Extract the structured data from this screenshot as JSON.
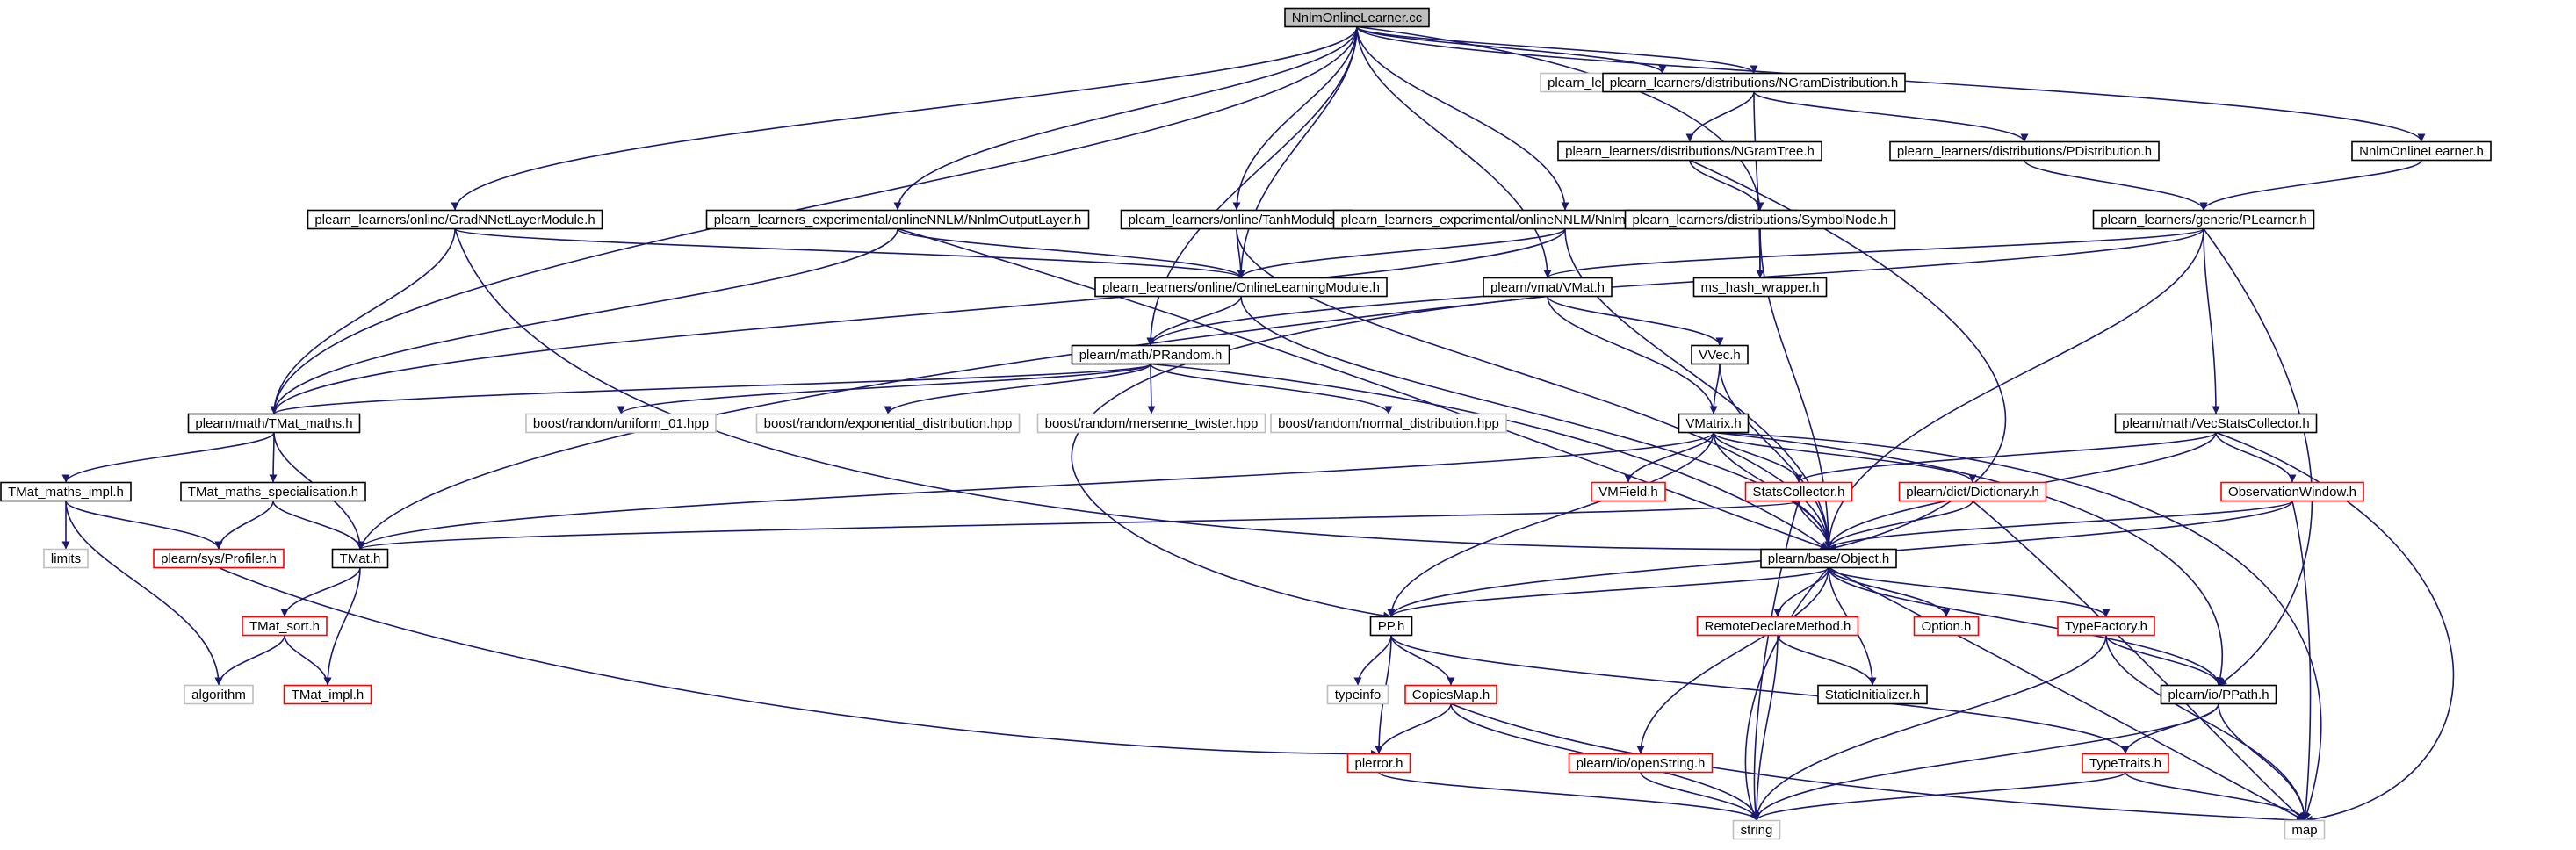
{
  "diagram": {
    "colors": {
      "edge": "#191970",
      "node_border": "#000000",
      "root_fill": "#bfbfbf",
      "truncated_border": "#ff0000",
      "external_border": "#bfbfbf",
      "node_fill": "#ffffff"
    },
    "nodes": [
      {
        "id": "root",
        "label": "NnlmOnlineLearner.cc",
        "kind": "root"
      },
      {
        "id": "nllerr",
        "label": "plearn_learners/online/NLLErrModule.h",
        "kind": "external"
      },
      {
        "id": "ngramdist",
        "label": "plearn_learners/distributions/NGramDistribution.h",
        "kind": "normal"
      },
      {
        "id": "nnlmlearner",
        "label": "NnlmOnlineLearner.h",
        "kind": "normal"
      },
      {
        "id": "ngramtree",
        "label": "plearn_learners/distributions/NGramTree.h",
        "kind": "normal"
      },
      {
        "id": "pdist",
        "label": "plearn_learners/distributions/PDistribution.h",
        "kind": "normal"
      },
      {
        "id": "gradnnet",
        "label": "plearn_learners/online/GradNNetLayerModule.h",
        "kind": "normal"
      },
      {
        "id": "nnlmoutput",
        "label": "plearn_learners_experimental/onlineNNLM/NnlmOutputLayer.h",
        "kind": "normal"
      },
      {
        "id": "tanh",
        "label": "plearn_learners/online/TanhModule.h",
        "kind": "normal"
      },
      {
        "id": "nnlmword",
        "label": "plearn_learners_experimental/onlineNNLM/NnlmWordRepresentationLayer.h",
        "kind": "normal"
      },
      {
        "id": "symbolnode",
        "label": "plearn_learners/distributions/SymbolNode.h",
        "kind": "normal"
      },
      {
        "id": "plearner",
        "label": "plearn_learners/generic/PLearner.h",
        "kind": "normal"
      },
      {
        "id": "onlinelearning",
        "label": "plearn_learners/online/OnlineLearningModule.h",
        "kind": "normal"
      },
      {
        "id": "vmat",
        "label": "plearn/vmat/VMat.h",
        "kind": "normal"
      },
      {
        "id": "mshash",
        "label": "ms_hash_wrapper.h",
        "kind": "normal"
      },
      {
        "id": "prandom",
        "label": "plearn/math/PRandom.h",
        "kind": "normal"
      },
      {
        "id": "vvec",
        "label": "VVec.h",
        "kind": "normal"
      },
      {
        "id": "tmatmaths",
        "label": "plearn/math/TMat_maths.h",
        "kind": "normal"
      },
      {
        "id": "uniform01",
        "label": "boost/random/uniform_01.hpp",
        "kind": "external"
      },
      {
        "id": "expdist",
        "label": "boost/random/exponential_distribution.hpp",
        "kind": "external"
      },
      {
        "id": "mersenne",
        "label": "boost/random/mersenne_twister.hpp",
        "kind": "external"
      },
      {
        "id": "normaldist",
        "label": "boost/random/normal_distribution.hpp",
        "kind": "external"
      },
      {
        "id": "vmatrix",
        "label": "VMatrix.h",
        "kind": "normal"
      },
      {
        "id": "vecstats",
        "label": "plearn/math/VecStatsCollector.h",
        "kind": "normal"
      },
      {
        "id": "tmatmathsimpl",
        "label": "TMat_maths_impl.h",
        "kind": "normal"
      },
      {
        "id": "tmatmathsspec",
        "label": "TMat_maths_specialisation.h",
        "kind": "normal"
      },
      {
        "id": "vmfield",
        "label": "VMField.h",
        "kind": "truncated"
      },
      {
        "id": "statscollector",
        "label": "StatsCollector.h",
        "kind": "truncated"
      },
      {
        "id": "dictionary",
        "label": "plearn/dict/Dictionary.h",
        "kind": "truncated"
      },
      {
        "id": "obswindow",
        "label": "ObservationWindow.h",
        "kind": "truncated"
      },
      {
        "id": "limits",
        "label": "limits",
        "kind": "external"
      },
      {
        "id": "profiler",
        "label": "plearn/sys/Profiler.h",
        "kind": "truncated"
      },
      {
        "id": "tmath",
        "label": "TMat.h",
        "kind": "normal"
      },
      {
        "id": "object",
        "label": "plearn/base/Object.h",
        "kind": "normal"
      },
      {
        "id": "tmatsort",
        "label": "TMat_sort.h",
        "kind": "truncated"
      },
      {
        "id": "pph",
        "label": "PP.h",
        "kind": "normal"
      },
      {
        "id": "remotedeclare",
        "label": "RemoteDeclareMethod.h",
        "kind": "truncated"
      },
      {
        "id": "option",
        "label": "Option.h",
        "kind": "truncated"
      },
      {
        "id": "typefactory",
        "label": "TypeFactory.h",
        "kind": "truncated"
      },
      {
        "id": "algorithm",
        "label": "algorithm",
        "kind": "external"
      },
      {
        "id": "tmatimpl",
        "label": "TMat_impl.h",
        "kind": "truncated"
      },
      {
        "id": "typeinfo",
        "label": "typeinfo",
        "kind": "external"
      },
      {
        "id": "copiesmap",
        "label": "CopiesMap.h",
        "kind": "truncated"
      },
      {
        "id": "staticinit",
        "label": "StaticInitializer.h",
        "kind": "normal"
      },
      {
        "id": "ppath",
        "label": "plearn/io/PPath.h",
        "kind": "normal"
      },
      {
        "id": "openstring",
        "label": "plearn/io/openString.h",
        "kind": "truncated"
      },
      {
        "id": "plerror",
        "label": "plerror.h",
        "kind": "truncated"
      },
      {
        "id": "typetraits",
        "label": "TypeTraits.h",
        "kind": "truncated"
      },
      {
        "id": "string",
        "label": "string",
        "kind": "external"
      },
      {
        "id": "map",
        "label": "map",
        "kind": "external"
      }
    ],
    "edges": [
      [
        "root",
        "nllerr"
      ],
      [
        "root",
        "ngramdist"
      ],
      [
        "root",
        "nnlmlearner"
      ],
      [
        "root",
        "gradnnet"
      ],
      [
        "root",
        "nnlmoutput"
      ],
      [
        "root",
        "tanh"
      ],
      [
        "root",
        "nnlmword"
      ],
      [
        "root",
        "symbolnode"
      ],
      [
        "root",
        "onlinelearning"
      ],
      [
        "root",
        "vmat"
      ],
      [
        "root",
        "prandom"
      ],
      [
        "root",
        "tmatmaths"
      ],
      [
        "ngramdist",
        "ngramtree"
      ],
      [
        "ngramdist",
        "pdist"
      ],
      [
        "ngramdist",
        "mshash"
      ],
      [
        "nnlmlearner",
        "plearner"
      ],
      [
        "ngramtree",
        "symbolnode"
      ],
      [
        "ngramtree",
        "object"
      ],
      [
        "pdist",
        "plearner"
      ],
      [
        "gradnnet",
        "onlinelearning"
      ],
      [
        "gradnnet",
        "tmatmaths"
      ],
      [
        "gradnnet",
        "object"
      ],
      [
        "nnlmoutput",
        "onlinelearning"
      ],
      [
        "nnlmoutput",
        "tmatmaths"
      ],
      [
        "nnlmoutput",
        "object"
      ],
      [
        "tanh",
        "onlinelearning"
      ],
      [
        "tanh",
        "object"
      ],
      [
        "nnlmword",
        "onlinelearning"
      ],
      [
        "nnlmword",
        "tmatmaths"
      ],
      [
        "nnlmword",
        "object"
      ],
      [
        "symbolnode",
        "mshash"
      ],
      [
        "symbolnode",
        "object"
      ],
      [
        "plearner",
        "vmat"
      ],
      [
        "plearner",
        "prandom"
      ],
      [
        "plearner",
        "vecstats"
      ],
      [
        "plearner",
        "object"
      ],
      [
        "plearner",
        "ppath"
      ],
      [
        "onlinelearning",
        "prandom"
      ],
      [
        "onlinelearning",
        "object"
      ],
      [
        "vmat",
        "vvec"
      ],
      [
        "vmat",
        "vmatrix"
      ],
      [
        "vmat",
        "tmath"
      ],
      [
        "vmat",
        "pph"
      ],
      [
        "prandom",
        "tmatmaths"
      ],
      [
        "prandom",
        "uniform01"
      ],
      [
        "prandom",
        "expdist"
      ],
      [
        "prandom",
        "mersenne"
      ],
      [
        "prandom",
        "normaldist"
      ],
      [
        "prandom",
        "object"
      ],
      [
        "vvec",
        "vmatrix"
      ],
      [
        "vvec",
        "object"
      ],
      [
        "tmatmaths",
        "tmatmathsimpl"
      ],
      [
        "tmatmaths",
        "tmatmathsspec"
      ],
      [
        "tmatmaths",
        "tmath"
      ],
      [
        "vmatrix",
        "vmfield"
      ],
      [
        "vmatrix",
        "statscollector"
      ],
      [
        "vmatrix",
        "dictionary"
      ],
      [
        "vmatrix",
        "object"
      ],
      [
        "vmatrix",
        "tmath"
      ],
      [
        "vmatrix",
        "pph"
      ],
      [
        "vmatrix",
        "ppath"
      ],
      [
        "vmatrix",
        "map"
      ],
      [
        "vecstats",
        "statscollector"
      ],
      [
        "vecstats",
        "obswindow"
      ],
      [
        "vecstats",
        "object"
      ],
      [
        "vecstats",
        "map"
      ],
      [
        "tmatmathsimpl",
        "limits"
      ],
      [
        "tmatmathsimpl",
        "profiler"
      ],
      [
        "tmatmathsimpl",
        "algorithm"
      ],
      [
        "tmatmathsspec",
        "profiler"
      ],
      [
        "tmatmathsspec",
        "tmath"
      ],
      [
        "statscollector",
        "object"
      ],
      [
        "statscollector",
        "tmath"
      ],
      [
        "statscollector",
        "string"
      ],
      [
        "dictionary",
        "object"
      ],
      [
        "dictionary",
        "map"
      ],
      [
        "obswindow",
        "object"
      ],
      [
        "obswindow",
        "pph"
      ],
      [
        "obswindow",
        "map"
      ],
      [
        "profiler",
        "plerror"
      ],
      [
        "tmath",
        "tmatsort"
      ],
      [
        "tmath",
        "tmatimpl"
      ],
      [
        "tmatsort",
        "algorithm"
      ],
      [
        "tmatsort",
        "tmatimpl"
      ],
      [
        "object",
        "pph"
      ],
      [
        "object",
        "remotedeclare"
      ],
      [
        "object",
        "option"
      ],
      [
        "object",
        "typefactory"
      ],
      [
        "object",
        "staticinit"
      ],
      [
        "object",
        "ppath"
      ],
      [
        "object",
        "openstring"
      ],
      [
        "object",
        "string"
      ],
      [
        "object",
        "map"
      ],
      [
        "pph",
        "typeinfo"
      ],
      [
        "pph",
        "copiesmap"
      ],
      [
        "pph",
        "plerror"
      ],
      [
        "pph",
        "typetraits"
      ],
      [
        "remotedeclare",
        "staticinit"
      ],
      [
        "remotedeclare",
        "string"
      ],
      [
        "typefactory",
        "ppath"
      ],
      [
        "typefactory",
        "string"
      ],
      [
        "typefactory",
        "map"
      ],
      [
        "copiesmap",
        "plerror"
      ],
      [
        "copiesmap",
        "string"
      ],
      [
        "copiesmap",
        "map"
      ],
      [
        "ppath",
        "typetraits"
      ],
      [
        "ppath",
        "string"
      ],
      [
        "ppath",
        "map"
      ],
      [
        "openstring",
        "string"
      ],
      [
        "plerror",
        "string"
      ],
      [
        "typetraits",
        "string"
      ],
      [
        "typetraits",
        "map"
      ]
    ]
  }
}
